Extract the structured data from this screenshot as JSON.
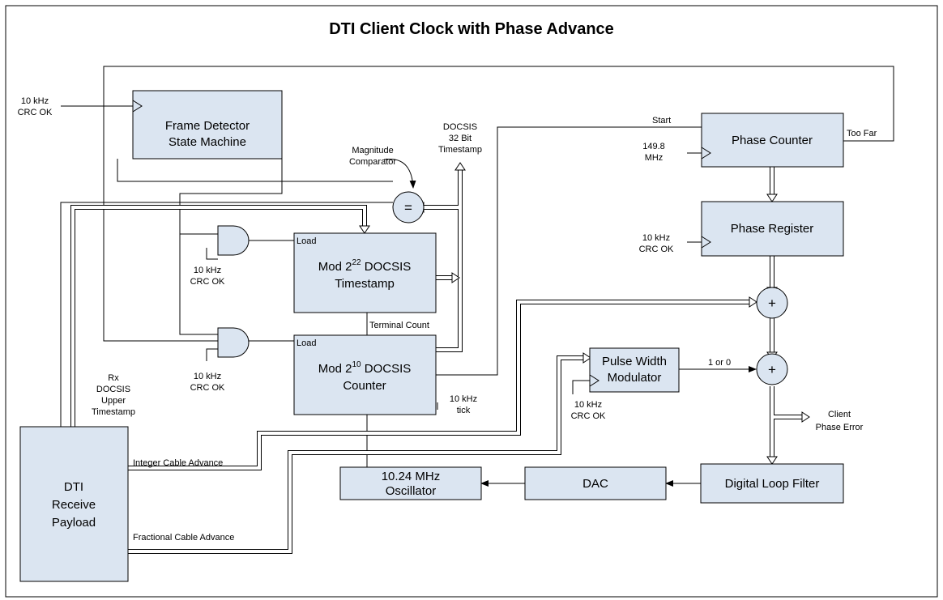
{
  "title": "DTI Client Clock with Phase Advance",
  "blocks": {
    "frame_detector": [
      "Frame Detector",
      "State Machine"
    ],
    "mod22": {
      "pre": "Mod 2",
      "sup": "22",
      "post": " DOCSIS",
      "line2": "Timestamp"
    },
    "mod10": {
      "pre": "Mod 2",
      "sup": "10",
      "post": " DOCSIS",
      "line2": "Counter"
    },
    "oscillator": [
      "10.24 MHz",
      "Oscillator"
    ],
    "dac": "DAC",
    "digital_loop_filter": "Digital Loop Filter",
    "phase_counter": "Phase Counter",
    "phase_register": "Phase Register",
    "pwm": [
      "Pulse Width",
      "Modulator"
    ],
    "dti_receive": [
      "DTI",
      "Receive",
      "Payload"
    ]
  },
  "symbols": {
    "comparator": "=",
    "adder1": "+",
    "adder2": "+"
  },
  "labels": {
    "in_10khz_crc_top": [
      "10 kHz",
      "CRC OK"
    ],
    "magnitude_comparator": [
      "Magnitude",
      "Comparator"
    ],
    "docsis_timestamp": [
      "DOCSIS",
      "32 Bit",
      "Timestamp"
    ],
    "start": "Start",
    "too_far": "Too Far",
    "mhz_149": [
      "149.8",
      "MHz"
    ],
    "phase_reg_crc": [
      "10 kHz",
      "CRC OK"
    ],
    "and1_crc": [
      "10 kHz",
      "CRC OK"
    ],
    "and2_crc": [
      "10 kHz",
      "CRC OK"
    ],
    "load1": "Load",
    "load2": "Load",
    "terminal_count": "Terminal Count",
    "tick": [
      "10 kHz",
      "tick"
    ],
    "rx_upper": [
      "Rx",
      "DOCSIS",
      "Upper",
      "Timestamp"
    ],
    "one_or_zero": "1 or 0",
    "pwm_crc": [
      "10 kHz",
      "CRC OK"
    ],
    "client_phase_error": [
      "Client",
      "Phase Error"
    ],
    "integer_cable_advance": "Integer Cable Advance",
    "fractional_cable_advance": "Fractional Cable Advance"
  }
}
